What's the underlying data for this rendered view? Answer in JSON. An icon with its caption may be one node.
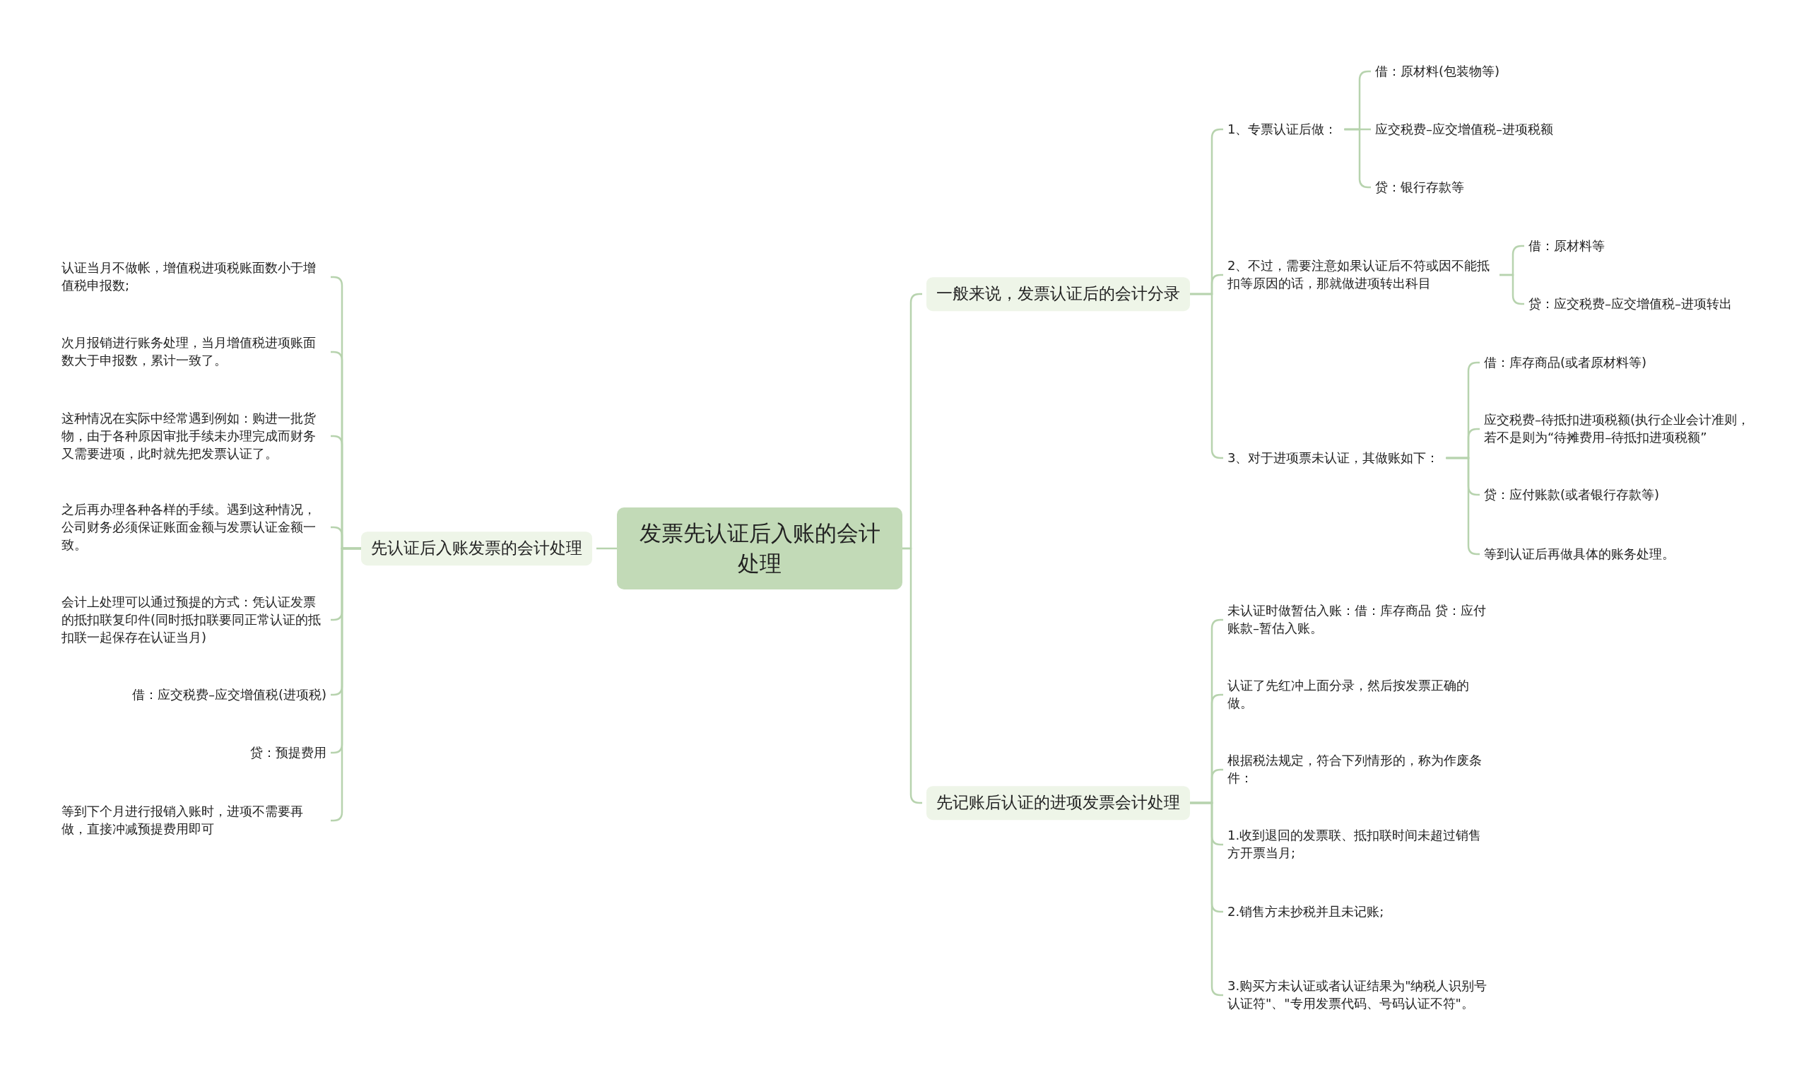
{
  "diagram": {
    "nodes": [
      {
        "text": [
          "发票先认证后入账的会计处理"
        ]
      },
      {
        "text": [
          "一般来说，发票认证后的会计分录"
        ]
      },
      {
        "text": [
          "1、专票认证后做："
        ]
      },
      {
        "text": [
          "借：原材料(包装物等)"
        ]
      },
      {
        "text": [
          "应交税费–应交增值税–进项税额"
        ]
      },
      {
        "text": [
          "贷：银行存款等"
        ]
      },
      {
        "text": [
          "2、不过，需要注意如果认证后不符或因不能抵扣等原因的话，那就做进项转出科目"
        ]
      },
      {
        "text": [
          "借：原材料等"
        ]
      },
      {
        "text": [
          "贷：应交税费–应交增值税–进项转出"
        ]
      },
      {
        "text": [
          "3、对于进项票未认证，其做账如下："
        ]
      },
      {
        "text": [
          "借：库存商品(或者原材料等)"
        ]
      },
      {
        "text": [
          "应交税费–待抵扣进项税额(执行企业会计准则，若不是则为“待摊费用–待抵扣进项税额”"
        ]
      },
      {
        "text": [
          "贷：应付账款(或者银行存款等)"
        ]
      },
      {
        "text": [
          "等到认证后再做具体的账务处理。"
        ]
      },
      {
        "text": [
          "先记账后认证的进项发票会计处理"
        ]
      },
      {
        "text": [
          "未认证时做暂估入账：借：库存商品 贷：应付账款–暂估入账。"
        ]
      },
      {
        "text": [
          "认证了先红冲上面分录，然后按发票正确的做。"
        ]
      },
      {
        "text": [
          "根据税法规定，符合下列情形的，称为作废条件："
        ]
      },
      {
        "text": [
          "1.收到退回的发票联、抵扣联时间未超过销售方开票当月;"
        ]
      },
      {
        "text": [
          "2.销售方未抄税并且未记账;"
        ]
      },
      {
        "text": [
          "3.购买方未认证或者认证结果为\"纳税人识别号认证符\"、\"专用发票代码、号码认证不符\"。"
        ]
      },
      {
        "text": [
          "先认证后入账发票的会计处理"
        ]
      },
      {
        "text": [
          "认证当月不做帐，增值税进项税账面数小于增值税申报数;"
        ]
      },
      {
        "text": [
          "次月报销进行账务处理，当月增值税进项账面数大于申报数，累计一致了。"
        ]
      },
      {
        "text": [
          "这种情况在实际中经常遇到例如：购进一批货物，由于各种原因审批手续未办理完成而财务又需要进项，此时就先把发票认证了。"
        ]
      },
      {
        "text": [
          "之后再办理各种各样的手续。遇到这种情况，公司财务必须保证账面金额与发票认证金额一致。"
        ]
      },
      {
        "text": [
          "会计上处理可以通过预提的方式：凭认证发票的抵扣联复印件(同时抵扣联要同正常认证的抵扣联一起保存在认证当月)"
        ]
      },
      {
        "text": [
          "借：应交税费–应交增值税(进项税)"
        ]
      },
      {
        "text": [
          "贷：预提费用"
        ]
      },
      {
        "text": [
          "等到下个月进行报销入账时，进项不需要再做，直接冲减预提费用即可"
        ]
      }
    ],
    "edges": [
      {
        "from": 0,
        "to": 1,
        "arrow": "none"
      },
      {
        "from": 1,
        "to": 2,
        "arrow": "none"
      },
      {
        "from": 2,
        "to": 3,
        "arrow": "none"
      },
      {
        "from": 2,
        "to": 4,
        "arrow": "none"
      },
      {
        "from": 2,
        "to": 5,
        "arrow": "none"
      },
      {
        "from": 1,
        "to": 6,
        "arrow": "none"
      },
      {
        "from": 6,
        "to": 7,
        "arrow": "none"
      },
      {
        "from": 6,
        "to": 8,
        "arrow": "none"
      },
      {
        "from": 1,
        "to": 9,
        "arrow": "none"
      },
      {
        "from": 9,
        "to": 10,
        "arrow": "none"
      },
      {
        "from": 9,
        "to": 11,
        "arrow": "none"
      },
      {
        "from": 9,
        "to": 12,
        "arrow": "none"
      },
      {
        "from": 9,
        "to": 13,
        "arrow": "none"
      },
      {
        "from": 0,
        "to": 14,
        "arrow": "none"
      },
      {
        "from": 14,
        "to": 15,
        "arrow": "none"
      },
      {
        "from": 14,
        "to": 16,
        "arrow": "none"
      },
      {
        "from": 14,
        "to": 17,
        "arrow": "none"
      },
      {
        "from": 14,
        "to": 18,
        "arrow": "none"
      },
      {
        "from": 14,
        "to": 19,
        "arrow": "none"
      },
      {
        "from": 14,
        "to": 20,
        "arrow": "none"
      },
      {
        "from": 0,
        "to": 21,
        "arrow": "none"
      },
      {
        "from": 21,
        "to": 22,
        "arrow": "none"
      },
      {
        "from": 21,
        "to": 23,
        "arrow": "none"
      },
      {
        "from": 21,
        "to": 24,
        "arrow": "none"
      },
      {
        "from": 21,
        "to": 25,
        "arrow": "none"
      },
      {
        "from": 21,
        "to": 26,
        "arrow": "none"
      },
      {
        "from": 21,
        "to": 27,
        "arrow": "none"
      },
      {
        "from": 21,
        "to": 28,
        "arrow": "none"
      },
      {
        "from": 21,
        "to": 29,
        "arrow": "none"
      }
    ]
  }
}
